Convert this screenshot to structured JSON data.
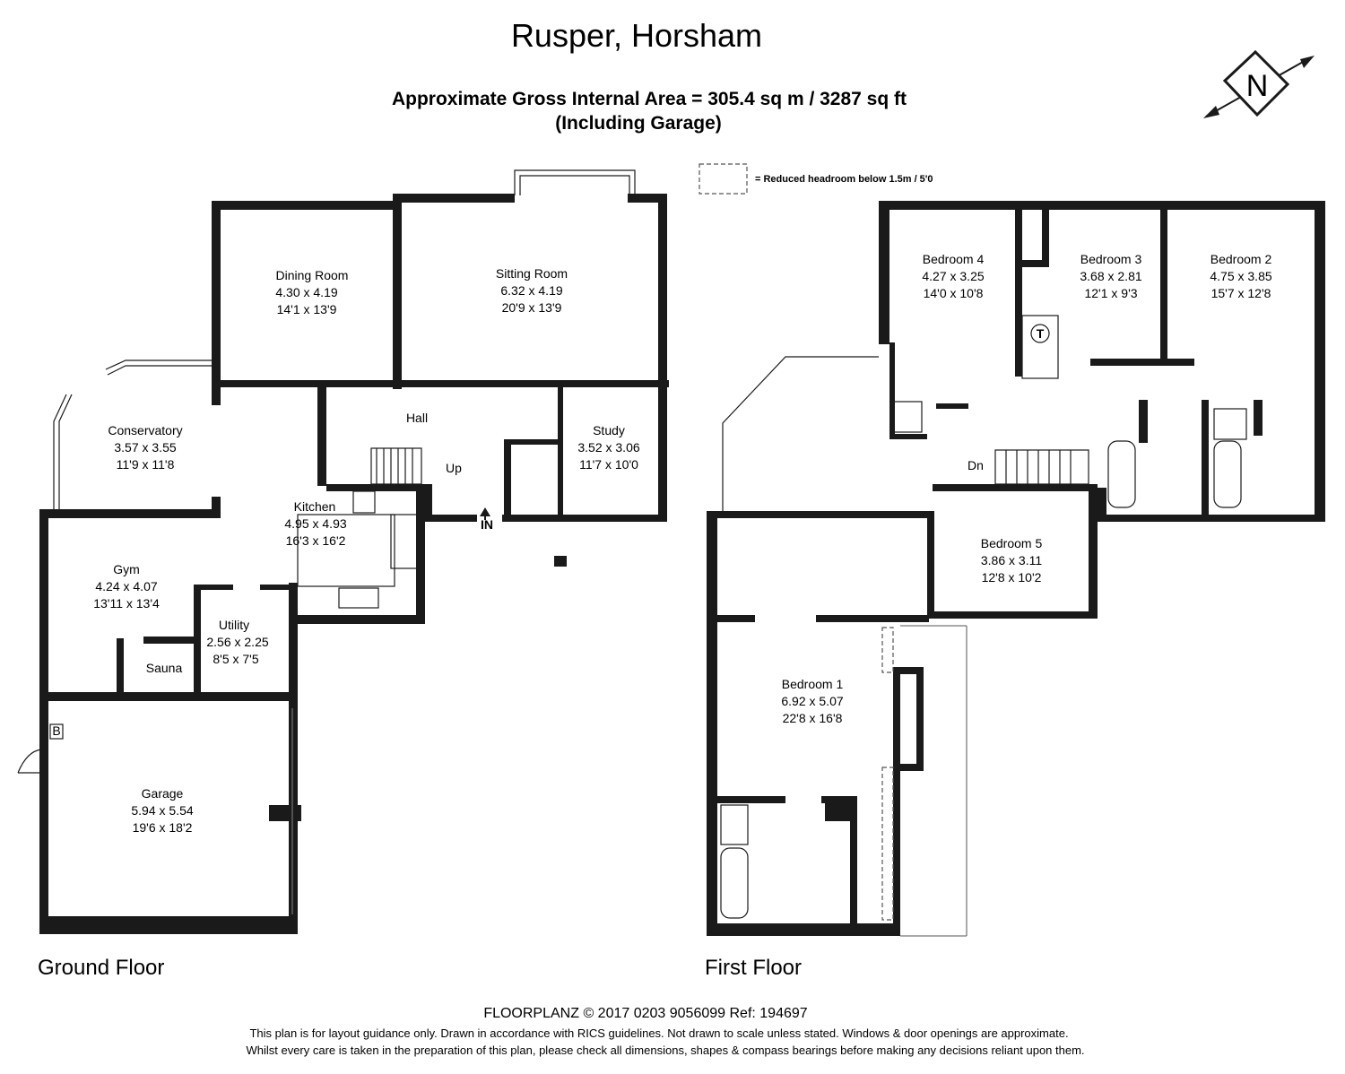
{
  "header": {
    "title": "Rusper, Horsham",
    "area_line": "Approximate Gross Internal Area = 305.4 sq m / 3287 sq ft",
    "area_note": "(Including Garage)"
  },
  "compass": {
    "letter": "N"
  },
  "legend": {
    "text": "= Reduced headroom below 1.5m / 5'0"
  },
  "ground_floor": {
    "label": "Ground Floor",
    "rooms": [
      {
        "name": "Dining Room",
        "metric": "4.30 x 4.19",
        "imperial": "14'1 x 13'9"
      },
      {
        "name": "Sitting Room",
        "metric": "6.32 x 4.19",
        "imperial": "20'9 x 13'9"
      },
      {
        "name": "Conservatory",
        "metric": "3.57 x 3.55",
        "imperial": "11'9 x 11'8"
      },
      {
        "name": "Study",
        "metric": "3.52 x 3.06",
        "imperial": "11'7 x 10'0"
      },
      {
        "name": "Kitchen",
        "metric": "4.95 x 4.93",
        "imperial": "16'3 x 16'2"
      },
      {
        "name": "Gym",
        "metric": "4.24 x 4.07",
        "imperial": "13'11 x 13'4"
      },
      {
        "name": "Utility",
        "metric": "2.56 x 2.25",
        "imperial": "8'5 x 7'5"
      },
      {
        "name": "Garage",
        "metric": "5.94 x 5.54",
        "imperial": "19'6 x 18'2"
      }
    ],
    "labels": {
      "hall": "Hall",
      "up": "Up",
      "sauna": "Sauna",
      "entrance": "IN",
      "boiler": "B"
    }
  },
  "first_floor": {
    "label": "First Floor",
    "rooms": [
      {
        "name": "Bedroom 4",
        "metric": "4.27 x 3.25",
        "imperial": "14'0 x 10'8"
      },
      {
        "name": "Bedroom 3",
        "metric": "3.68 x 2.81",
        "imperial": "12'1 x 9'3"
      },
      {
        "name": "Bedroom 2",
        "metric": "4.75 x 3.85",
        "imperial": "15'7 x 12'8"
      },
      {
        "name": "Bedroom 5",
        "metric": "3.86 x 3.11",
        "imperial": "12'8 x 10'2"
      },
      {
        "name": "Bedroom 1",
        "metric": "6.92 x 5.07",
        "imperial": "22'8 x 16'8"
      }
    ],
    "labels": {
      "down": "Dn",
      "tank": "T"
    }
  },
  "footer": {
    "credit": "FLOORPLANZ © 2017     0203 9056099     Ref: 194697",
    "disclaimer1": "This plan is for layout guidance only. Drawn in accordance with RICS guidelines. Not drawn to scale unless stated. Windows & door openings are approximate.",
    "disclaimer2": "Whilst every care is taken in the preparation of this plan, please check all dimensions, shapes & compass bearings before making any decisions reliant upon them."
  }
}
